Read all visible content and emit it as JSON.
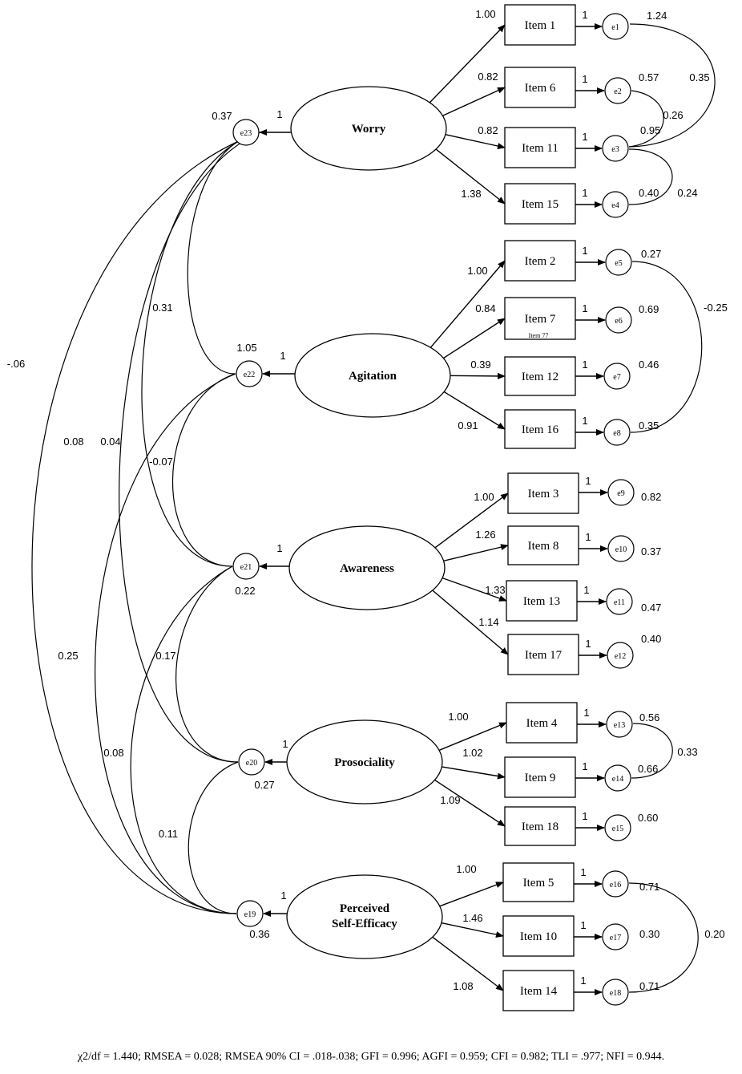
{
  "factors": [
    {
      "key": "worry",
      "lines": [
        "Worry"
      ],
      "error": "e23",
      "path": "1",
      "variance": "0.37"
    },
    {
      "key": "agitation",
      "lines": [
        "Agitation"
      ],
      "error": "e22",
      "path": "1",
      "variance": "1.05"
    },
    {
      "key": "awareness",
      "lines": [
        "Awareness"
      ],
      "error": "e21",
      "path": "1",
      "variance": "0.22"
    },
    {
      "key": "prosociality",
      "lines": [
        "Prosociality"
      ],
      "error": "e20",
      "path": "1",
      "variance": "0.27"
    },
    {
      "key": "self_efficacy",
      "lines": [
        "Perceived",
        "Self-Efficacy"
      ],
      "error": "e19",
      "path": "1",
      "variance": "0.36"
    }
  ],
  "items": [
    {
      "label": "Item 1",
      "loading": "1.00",
      "path": "1",
      "error": "e1",
      "variance": "1.24"
    },
    {
      "label": "Item 6",
      "loading": "0.82",
      "path": "1",
      "error": "e2",
      "variance": "0.57"
    },
    {
      "label": "Item 11",
      "loading": "0.82",
      "path": "1",
      "error": "e3",
      "variance": "0.95"
    },
    {
      "label": "Item 15",
      "loading": "1.38",
      "path": "1",
      "error": "e4",
      "variance": "0.40"
    },
    {
      "label": "Item 2",
      "loading": "1.00",
      "path": "1",
      "error": "e5",
      "variance": "0.27"
    },
    {
      "label": "Item 7",
      "loading": "0.84",
      "path": "1",
      "error": "e6",
      "variance": "0.69",
      "sublabel": "Item 77"
    },
    {
      "label": "Item 12",
      "loading": "0.39",
      "path": "1",
      "error": "e7",
      "variance": "0.46"
    },
    {
      "label": "Item 16",
      "loading": "0.91",
      "path": "1",
      "error": "e8",
      "variance": "0.35"
    },
    {
      "label": "Item 3",
      "loading": "1.00",
      "path": "1",
      "error": "e9",
      "variance": "0.82"
    },
    {
      "label": "Item 8",
      "loading": "1.26",
      "path": "1",
      "error": "e10",
      "variance": "0.37"
    },
    {
      "label": "Item 13",
      "loading": "1.33",
      "path": "1",
      "error": "e11",
      "variance": "0.47"
    },
    {
      "label": "Item 17",
      "loading": "1.14",
      "path": "1",
      "error": "e12",
      "variance": "0.40"
    },
    {
      "label": "Item 4",
      "loading": "1.00",
      "path": "1",
      "error": "e13",
      "variance": "0.56"
    },
    {
      "label": "Item 9",
      "loading": "1.02",
      "path": "1",
      "error": "e14",
      "variance": "0.66"
    },
    {
      "label": "Item 18",
      "loading": "1.09",
      "path": "1",
      "error": "e15",
      "variance": "0.60"
    },
    {
      "label": "Item 5",
      "loading": "1.00",
      "path": "1",
      "error": "e16",
      "variance": "0.71"
    },
    {
      "label": "Item 10",
      "loading": "1.46",
      "path": "1",
      "error": "e17",
      "variance": "0.30"
    },
    {
      "label": "Item 14",
      "loading": "1.08",
      "path": "1",
      "error": "e18",
      "variance": "0.71"
    }
  ],
  "item_error_covariances": [
    {
      "pair": "e1-e3",
      "value": "0.35"
    },
    {
      "pair": "e2-e3",
      "value": "0.26"
    },
    {
      "pair": "e3-e4",
      "value": "0.24"
    },
    {
      "pair": "e5-e8",
      "value": "-0.25"
    },
    {
      "pair": "e13-e14",
      "value": "0.33"
    },
    {
      "pair": "e16-e18",
      "value": "0.20"
    }
  ],
  "factor_covariances": [
    {
      "pair": "e23-e22",
      "value": "0.31"
    },
    {
      "pair": "e23-e21",
      "value": "0.04"
    },
    {
      "pair": "e23-e20",
      "value": "0.08"
    },
    {
      "pair": "e23-e19",
      "value": "-.06"
    },
    {
      "pair": "e22-e21",
      "value": "-0.07"
    },
    {
      "pair": "e22-e19",
      "value": "0.25"
    },
    {
      "pair": "e21-e20",
      "value": "0.17"
    },
    {
      "pair": "e21-e19",
      "value": "0.08"
    },
    {
      "pair": "e20-e19",
      "value": "0.11"
    }
  ],
  "fit_indices": "χ2/df = 1.440; RMSEA = 0.028; RMSEA 90% CI = .018-.038; GFI = 0.996; AGFI = 0.959; CFI = 0.982; TLI = .977; NFI = 0.944."
}
